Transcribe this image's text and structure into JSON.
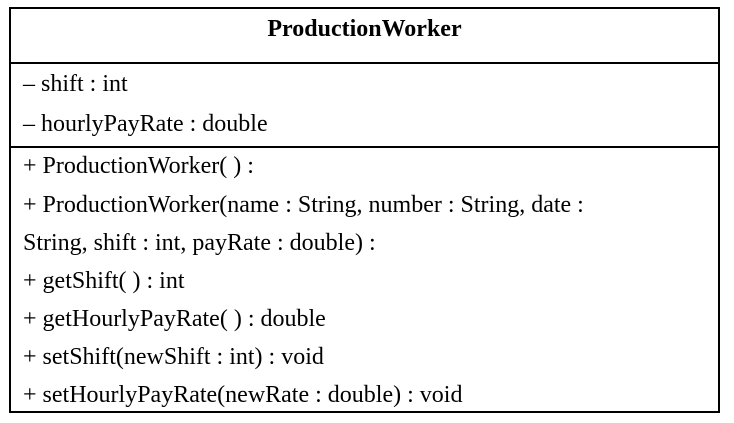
{
  "class_name": "ProductionWorker",
  "attributes": [
    "– shift : int",
    "– hourlyPayRate : double"
  ],
  "methods": [
    "+ ProductionWorker( ) :",
    "+ ProductionWorker(name : String, number : String, date :",
    "String, shift : int, payRate : double) :",
    "+ getShift( ) : int",
    "+ getHourlyPayRate( ) : double",
    "+ setShift(newShift : int) : void",
    "+ setHourlyPayRate(newRate : double) : void"
  ]
}
